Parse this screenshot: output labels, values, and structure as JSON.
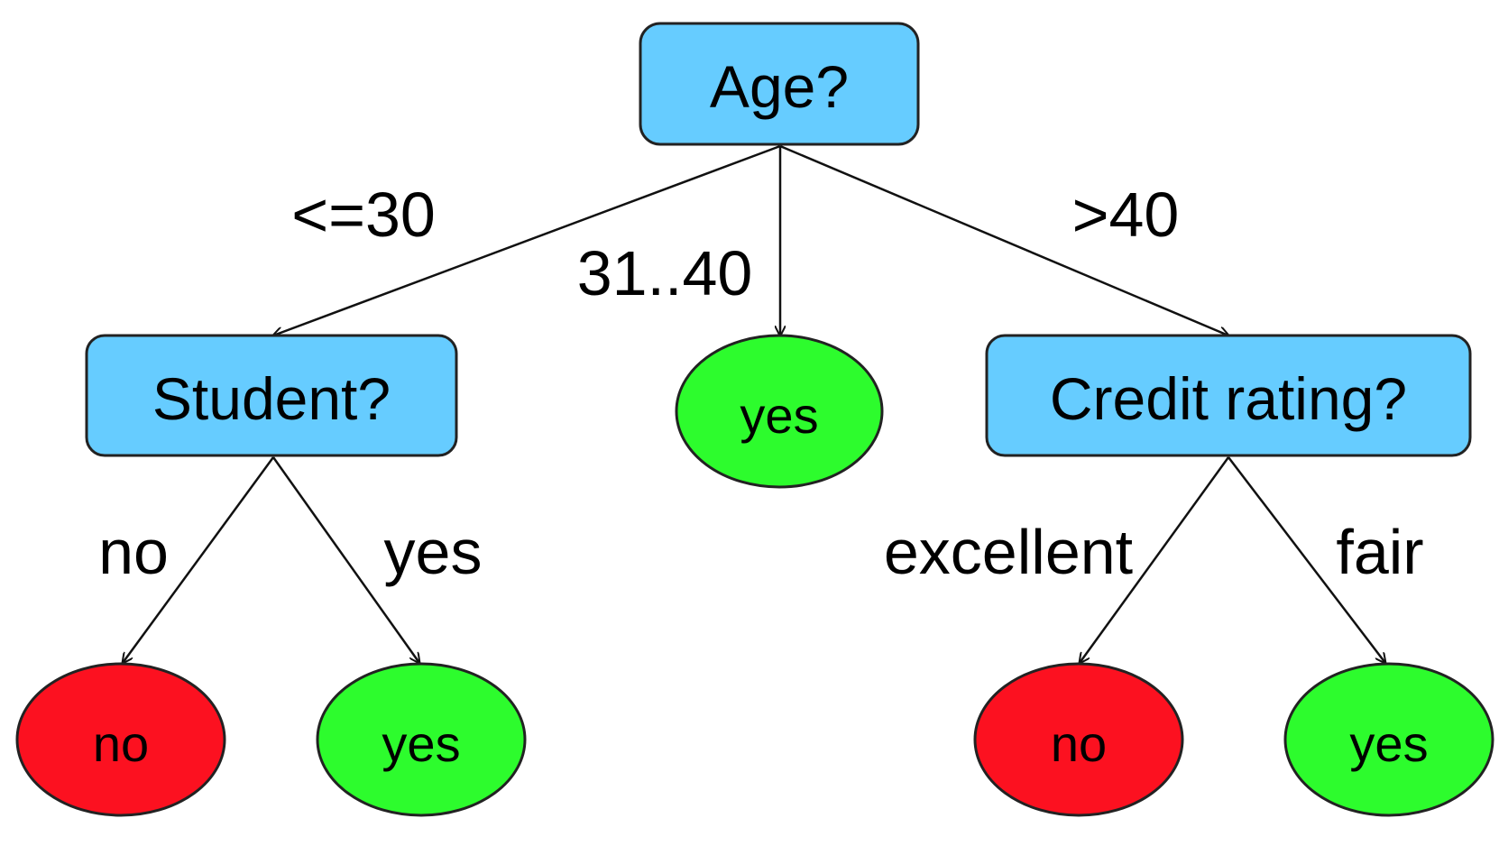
{
  "colors": {
    "decision_fill": "#66ccff",
    "yes_fill": "#2dfc2d",
    "no_fill": "#fc1120"
  },
  "nodes": {
    "age": "Age?",
    "student": "Student?",
    "credit": "Credit rating?"
  },
  "leaves": {
    "student_no": "no",
    "student_yes": "yes",
    "middle_yes": "yes",
    "credit_no": "no",
    "credit_yes": "yes"
  },
  "edges": {
    "age_le30": "<=30",
    "age_31_40": "31..40",
    "age_gt40": ">40",
    "student_no": "no",
    "student_yes": "yes",
    "credit_excellent": "excellent",
    "credit_fair": "fair"
  }
}
